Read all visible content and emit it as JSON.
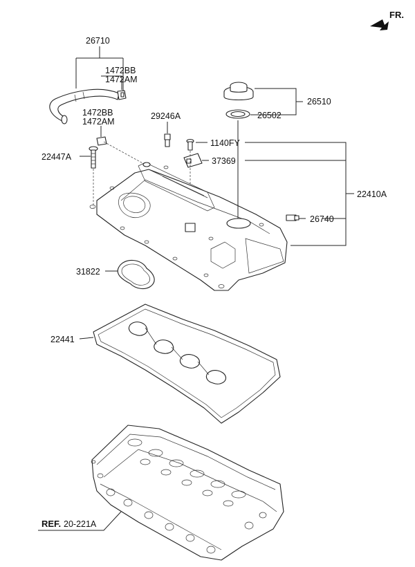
{
  "orientation": {
    "text": "FR."
  },
  "labels": {
    "p26710": "26710",
    "p1472BB_top": "1472BB",
    "p1472AM_top": "1472AM",
    "p1472BB_bot": "1472BB",
    "p1472AM_bot": "1472AM",
    "p29246A": "29246A",
    "p22447A": "22447A",
    "p26510": "26510",
    "p26502": "26502",
    "p1140FY": "1140FY",
    "p37369": "37369",
    "p22410A": "22410A",
    "p26740": "26740",
    "p31822": "31822",
    "p22441": "22441"
  },
  "reference": {
    "prefix": "REF.",
    "code": "20-221A"
  },
  "icons": {
    "fr_arrow": "front-direction-arrow-icon"
  }
}
